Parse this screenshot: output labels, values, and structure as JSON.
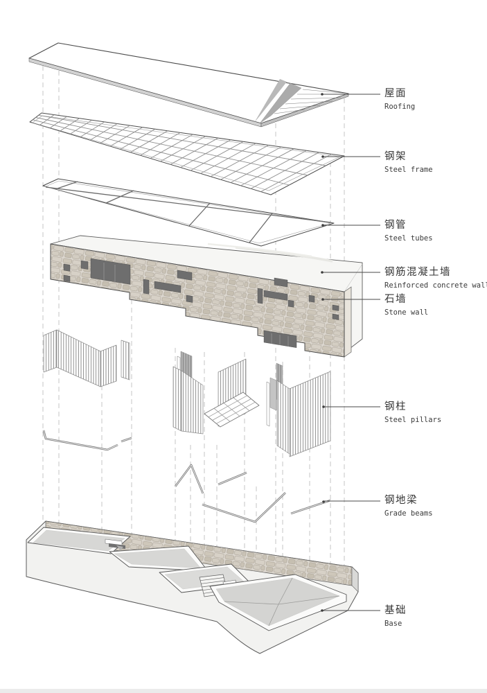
{
  "figure_type": "exploded-axonometric-architecture-diagram",
  "labels": [
    {
      "id": "roofing",
      "cn": "屋面",
      "en": "Roofing"
    },
    {
      "id": "steel-frame",
      "cn": "钢架",
      "en": "Steel frame"
    },
    {
      "id": "steel-tubes",
      "cn": "钢管",
      "en": "Steel tubes"
    },
    {
      "id": "concrete-wall",
      "cn": "钢筋混凝土墙",
      "en": "Reinforced concrete wall"
    },
    {
      "id": "stone-wall",
      "cn": "石墙",
      "en": "Stone wall"
    },
    {
      "id": "steel-pillars",
      "cn": "钢柱",
      "en": "Steel pillars"
    },
    {
      "id": "grade-beams",
      "cn": "钢地梁",
      "en": "Grade beams"
    },
    {
      "id": "base",
      "cn": "基础",
      "en": "Base"
    }
  ],
  "palette": {
    "line": "#4a4a4a",
    "stone_background": "#dcd7cf",
    "stone_block": "#cec7ba",
    "opening_dark": "#6e6e6e",
    "terrace_gray": "#d7d7d5",
    "pillar_gray_piece": "#b3b3b3",
    "guide_dash": "#c0c0c0"
  }
}
